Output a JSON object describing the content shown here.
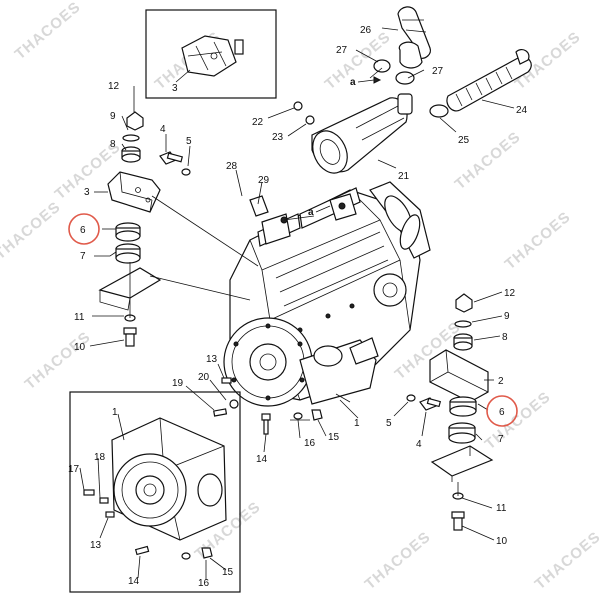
{
  "watermark": "THACOES",
  "colors": {
    "line": "#111111",
    "highlight": "#e05a4a",
    "watermark": "#d8d8d8"
  },
  "callouts": {
    "c1": "1",
    "c1b": "1",
    "c2": "2",
    "c3a": "3",
    "c3b": "3",
    "c4a": "4",
    "c4b": "4",
    "c5a": "5",
    "c5b": "5",
    "c6a": "6",
    "c6b": "6",
    "c7a": "7",
    "c7b": "7",
    "c8a": "8",
    "c8b": "8",
    "c9a": "9",
    "c9b": "9",
    "c10a": "10",
    "c10b": "10",
    "c11a": "11",
    "c11b": "11",
    "c12a": "12",
    "c12b": "12",
    "c13a": "13",
    "c13b": "13",
    "c14a": "14",
    "c14b": "14",
    "c15a": "15",
    "c15b": "15",
    "c16a": "16",
    "c16b": "16",
    "c17": "17",
    "c18": "18",
    "c19": "19",
    "c20": "20",
    "c21": "21",
    "c22": "22",
    "c23": "23",
    "c24": "24",
    "c25": "25",
    "c26": "26",
    "c27a": "27",
    "c27b": "27",
    "c28": "28",
    "c29": "29",
    "ra": "a",
    "rb": "a"
  }
}
